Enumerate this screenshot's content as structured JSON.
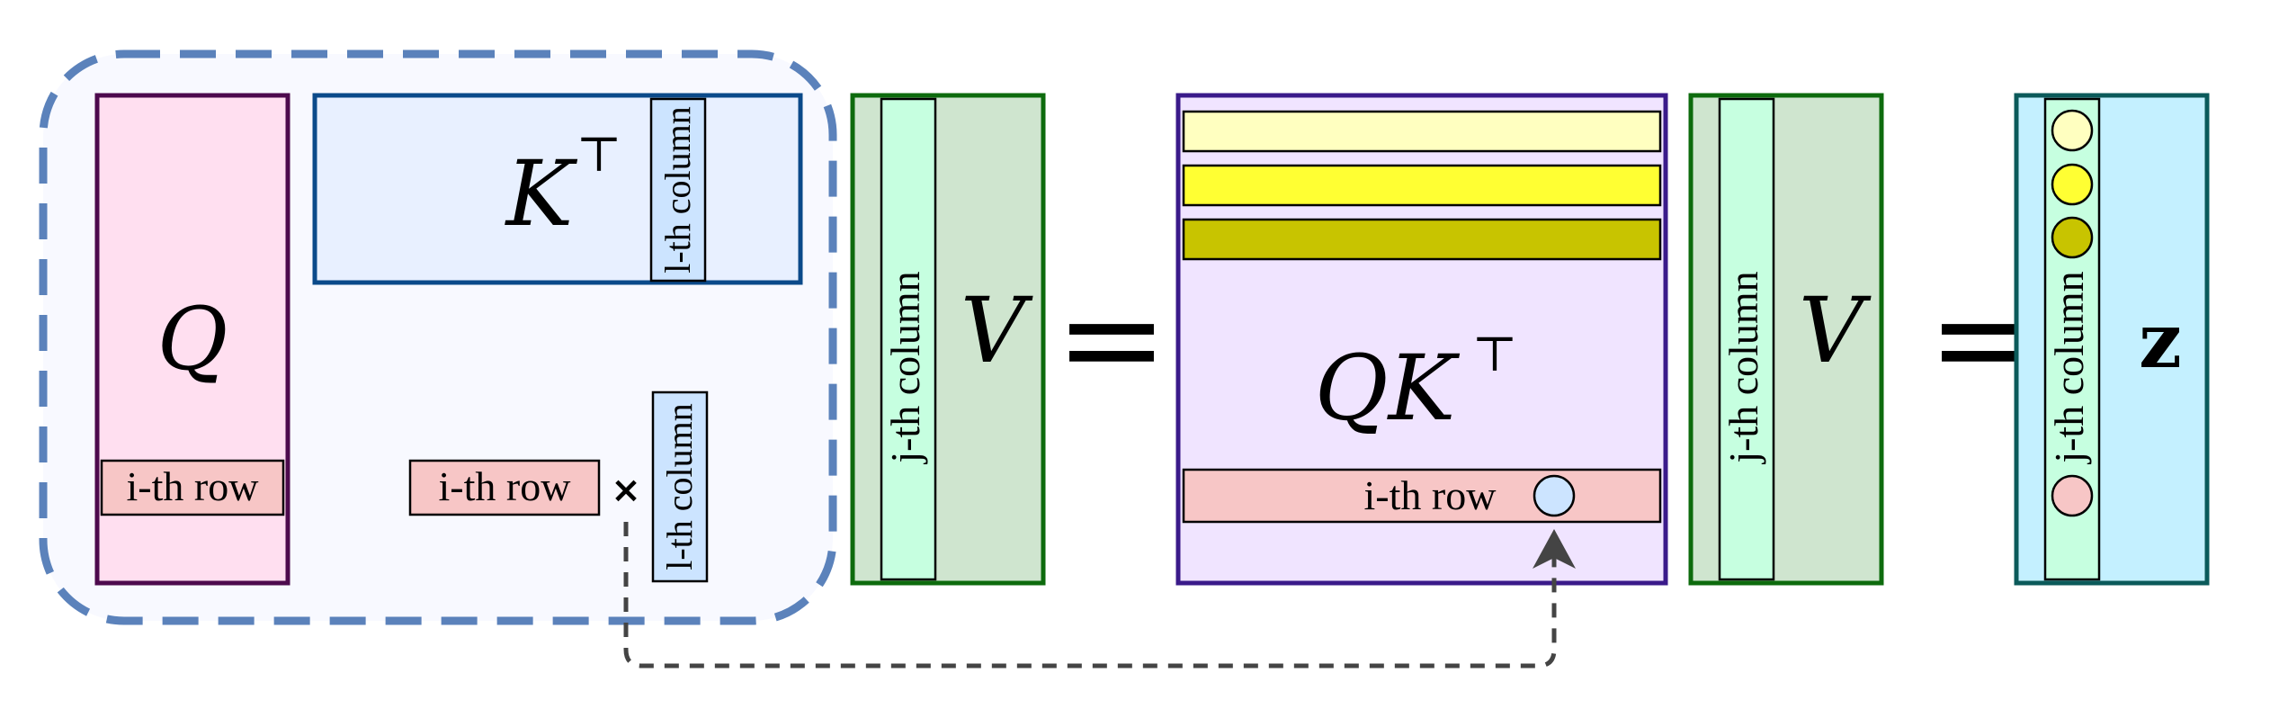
{
  "matrices": {
    "q": {
      "symbol": "Q",
      "row_label": "i-th row"
    },
    "kt": {
      "symbol": "K",
      "sup": "⊤",
      "col_label": "l-th column"
    },
    "product_row": {
      "row_label": "i-th row",
      "col_label": "l-th column"
    },
    "v1": {
      "symbol": "V",
      "col_label": "j-th column"
    },
    "qkt": {
      "symbol": "QK",
      "sup": "⊤",
      "row_label": "i-th row"
    },
    "v2": {
      "symbol": "V",
      "col_label": "j-th column"
    },
    "z": {
      "symbol": "z",
      "col_label": "j-th column"
    }
  },
  "operators": {
    "times": "×",
    "equals1": "=",
    "equals2": "="
  },
  "colors": {
    "q_fill": "#ffdff0",
    "q_border": "#4d0a4d",
    "kt_fill": "#e8f0ff",
    "kt_border": "#0b4a8a",
    "col_fill": "#cce4ff",
    "row_fill": "#f7c6c6",
    "v_fill": "#cfe5cf",
    "v_border": "#0d6b0d",
    "vcol_fill": "#c6ffe0",
    "qkt_fill": "#f0e4ff",
    "qkt_border": "#3a1a8a",
    "stripe1": "#ffffc0",
    "stripe2": "#ffff33",
    "stripe3": "#c8c400",
    "z_fill": "#c4f0ff",
    "z_border": "#0b5a5a",
    "dash_group": "#5b82bb"
  }
}
